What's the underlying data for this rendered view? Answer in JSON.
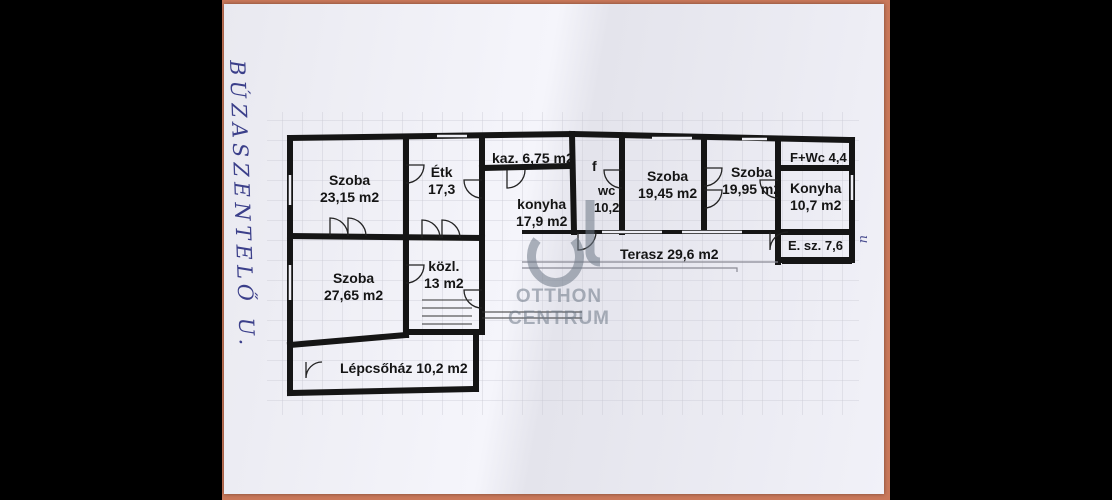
{
  "handwriting": "BÚZASZENTELŐ U.",
  "side_note": "u",
  "rooms": {
    "szoba1": {
      "name": "Szoba",
      "area": "23,15 m2"
    },
    "etk": {
      "name": "Étk",
      "area": "17,3"
    },
    "kaz": {
      "label": "kaz. 6,75 m2"
    },
    "f": {
      "label": "f"
    },
    "wc": {
      "name": "wc",
      "area": "10,2"
    },
    "konyha1": {
      "name": "konyha",
      "area": "17,9 m2"
    },
    "szoba3": {
      "name": "Szoba",
      "area": "19,45 m2"
    },
    "szoba4": {
      "name": "Szoba",
      "area": "19,95 m2"
    },
    "fwc": {
      "label": "F+Wc 4,4"
    },
    "konyha2": {
      "name": "Konyha",
      "area": "10,7 m2"
    },
    "esz": {
      "label": "E. sz. 7,6"
    },
    "terasz": {
      "label": "Terasz 29,6 m2"
    },
    "szoba2": {
      "name": "Szoba",
      "area": "27,65 m2"
    },
    "kozl": {
      "name": "közl.",
      "area": "13 m2"
    },
    "lepcsohaz": {
      "label": "Lépcsőház 10,2 m2"
    }
  },
  "watermark": {
    "logo": "OC",
    "line1": "OTTHON",
    "line2": "CENTRUM"
  }
}
